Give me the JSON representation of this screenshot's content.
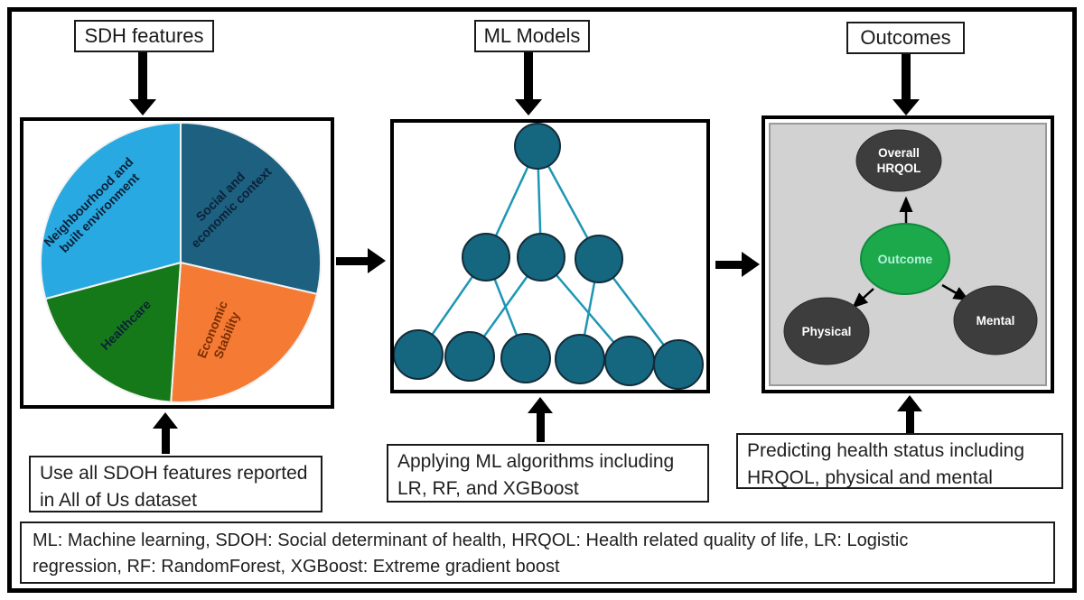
{
  "header_labels": {
    "sdh": "SDH features",
    "ml": "ML Models",
    "outcomes": "Outcomes"
  },
  "pie": {
    "slices": {
      "social": "Social and economic context",
      "economic": "Economic Stability",
      "healthcare": "Healthcare",
      "neighbourhood": "Neighbourhood and built environment"
    },
    "labels": {
      "neighbourhood_1": "Neighbourhood and",
      "neighbourhood_2": "built environment",
      "social_1": "Social and",
      "social_2": "economic context",
      "healthcare": "Healthcare",
      "economic_1": "Economic",
      "economic_2": "Stability"
    }
  },
  "outcome_diagram": {
    "overall_1": "Overall",
    "overall_2": "HRQOL",
    "center": "Outcome",
    "physical": "Physical",
    "mental": "Mental"
  },
  "captions": {
    "sdh_1": "Use all SDOH features reported",
    "sdh_2": "in All of Us dataset",
    "ml_1": "Applying ML algorithms including",
    "ml_2": "LR, RF, and  XGBoost",
    "outcomes_1": "Predicting health status including",
    "outcomes_2": "HRQOL, physical and mental"
  },
  "legend": {
    "line_1": "ML: Machine learning, SDOH: Social determinant of health, HRQOL: Health related quality of life, LR: Logistic",
    "line_2": "regression, RF: RandomForest, XGBoost: Extreme gradient boost"
  },
  "colors": {
    "pie_blue": "#29a9e1",
    "pie_teal": "#1d6080",
    "pie_green": "#15791a",
    "pie_orange": "#f57b35",
    "tree_node": "#15667f",
    "tree_edge": "#1e96b5",
    "outcome_green": "#1ca94c",
    "dark_node": "#3d3d3d",
    "panel_gray": "#d2d2d2"
  }
}
